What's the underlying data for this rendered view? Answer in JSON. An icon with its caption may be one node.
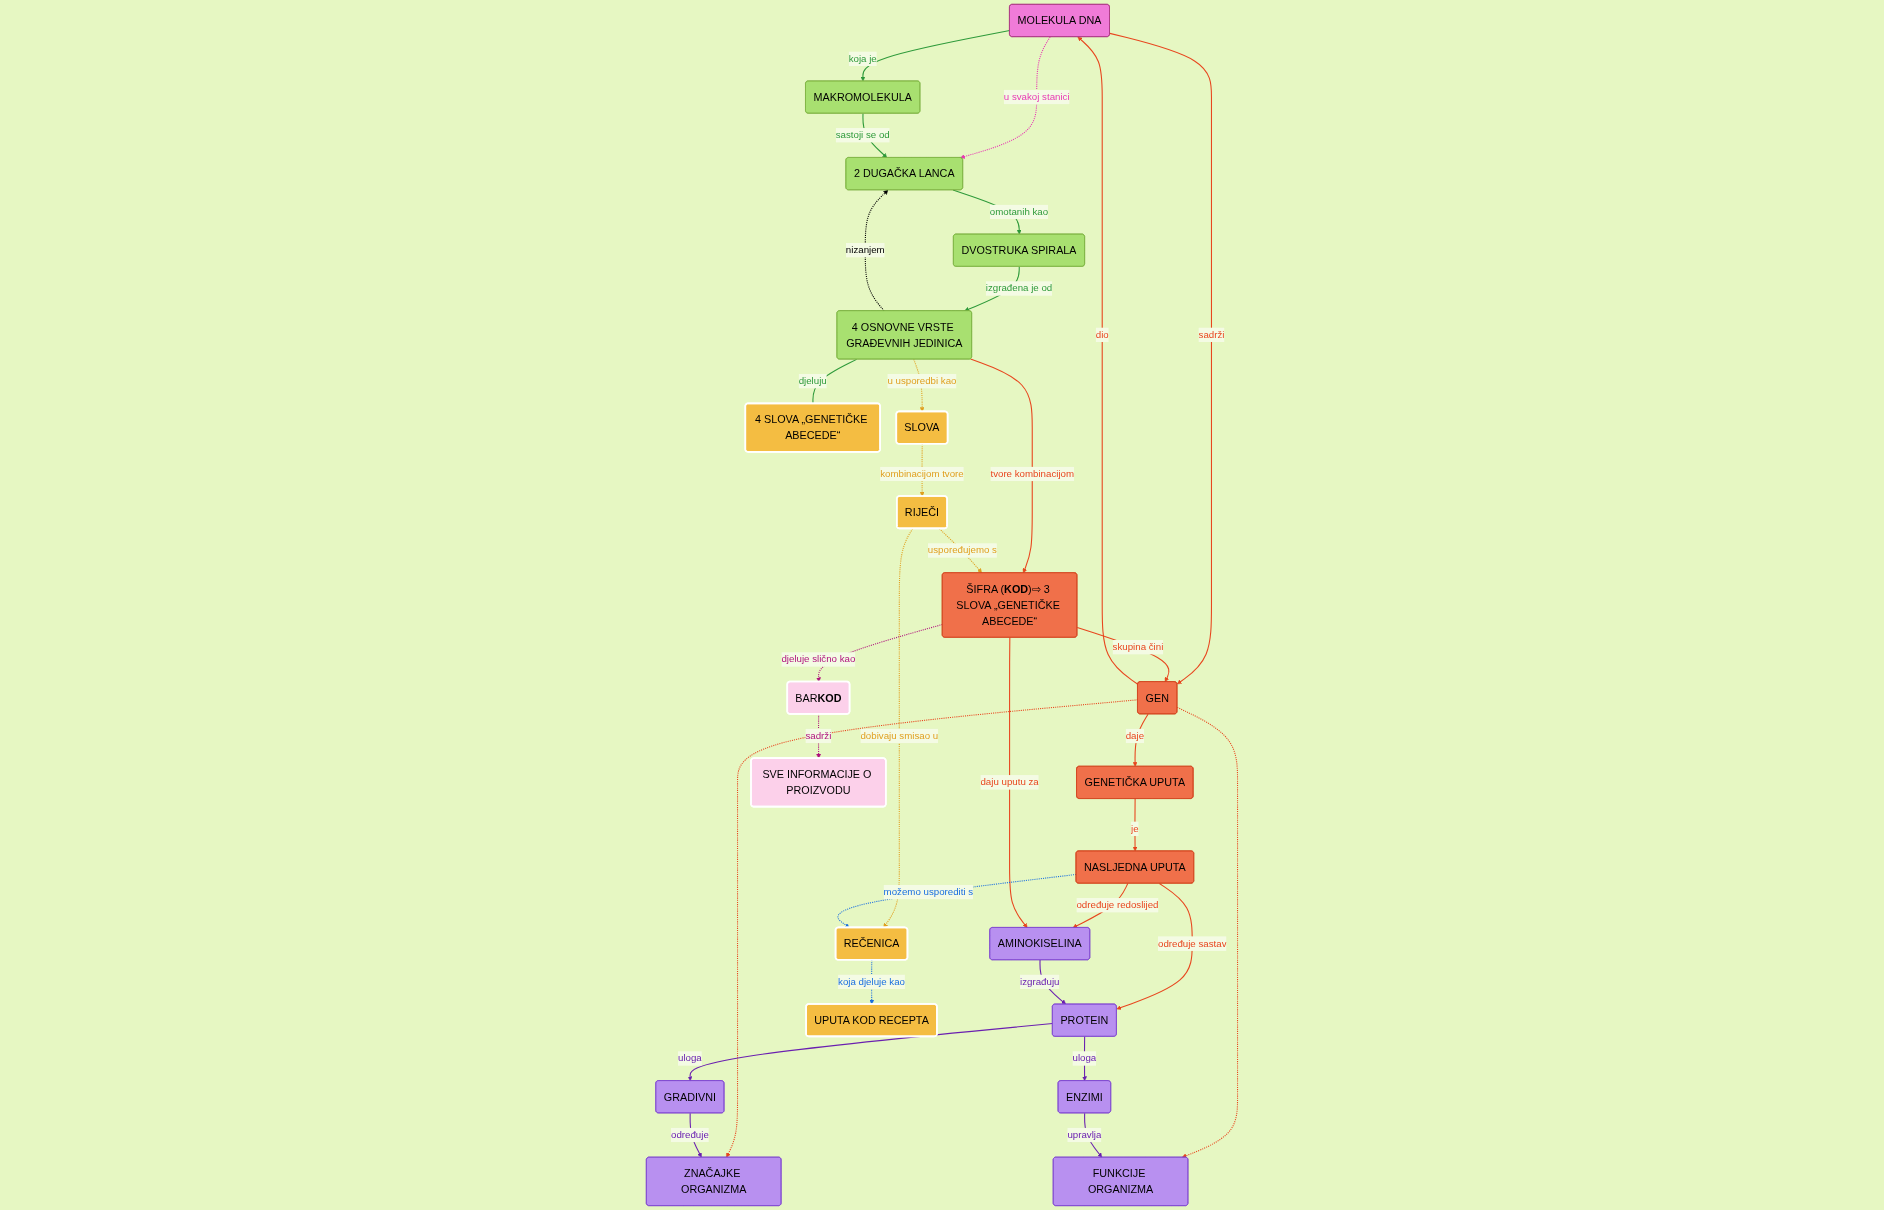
{
  "diagram": {
    "nodes": [
      {
        "text": [
          "MOLEKULA DNA"
        ]
      },
      {
        "text": [
          "NASLJEDNA UPUTA"
        ]
      },
      {
        "text": [
          "GEN"
        ]
      },
      {
        "text": [
          "MAKROMOLEKULA"
        ]
      },
      {
        "text": [
          "GENETIČKA UPUTA"
        ]
      },
      {
        "text": [
          "2 DUGAČKA LANCA"
        ]
      },
      {
        "text": [
          "DVOSTRUKA SPIRALA"
        ]
      },
      {
        "text": [
          "AMINOKISELINA"
        ]
      },
      {
        "text": [
          "ŠIFRA (**KOD**)⇨ 3 SLOVA „GENETIČKE ABECEDE“"
        ]
      },
      {
        "text": [
          "4 OSNOVNE VRSTE GRAĐEVNIH JEDINICA"
        ]
      },
      {
        "text": [
          "GRADIVNI"
        ]
      },
      {
        "text": [
          "PROTEIN"
        ]
      },
      {
        "text": [
          "ZNAČAJKE ORGANIZMA"
        ]
      },
      {
        "text": [
          "RIJEČI"
        ]
      },
      {
        "text": [
          "4 SLOVA „GENETIČKE ABECEDE“"
        ]
      },
      {
        "text": [
          "ENZIMI"
        ]
      },
      {
        "text": [
          "FUNKCIJE ORGANIZMA"
        ]
      },
      {
        "text": [
          "SVE INFORMACIJE O PROIZVODU"
        ]
      },
      {
        "text": [
          "SLOVA"
        ]
      },
      {
        "text": [
          "REČENICA"
        ]
      },
      {
        "text": [
          "BAR**KOD**"
        ]
      },
      {
        "text": [
          "UPUTA KOD RECEPTA"
        ]
      }
    ],
    "edges": [
      {
        "from": 0,
        "to": 2,
        "arrow": "to",
        "label": "sadrži"
      },
      {
        "from": 2,
        "to": 0,
        "arrow": "to",
        "label": "dio"
      },
      {
        "from": 0,
        "to": 3,
        "arrow": "to",
        "label": "koja je",
        "color": "#2e9a3a"
      },
      {
        "from": 1,
        "to": 7,
        "arrow": "to",
        "label": "određuje redoslijed"
      },
      {
        "from": 1,
        "to": 11,
        "arrow": "to",
        "label": "određuje sastav"
      },
      {
        "from": 4,
        "to": 1,
        "arrow": "to",
        "label": "je"
      },
      {
        "from": 2,
        "to": 4,
        "arrow": "to",
        "label": "daje"
      },
      {
        "from": 0,
        "to": 5,
        "arrow": "to",
        "label": "u svakoj stanici",
        "style": "dashed",
        "color": "#e83ab4"
      },
      {
        "from": 3,
        "to": 5,
        "arrow": "to",
        "label": "sastoji se od",
        "color": "#2e9a3a"
      },
      {
        "from": 5,
        "to": 6,
        "arrow": "to",
        "label": "omotanih kao",
        "color": "#2e9a3a"
      },
      {
        "from": 8,
        "to": 2,
        "arrow": "to",
        "label": "skupina čini"
      },
      {
        "from": 9,
        "to": 5,
        "arrow": "to",
        "label": "nizanjem",
        "style": "dashed",
        "color": "#000000"
      },
      {
        "from": 6,
        "to": 9,
        "arrow": "to",
        "label": "izgrađena je od",
        "color": "#2e9a3a"
      },
      {
        "from": 8,
        "to": 7,
        "arrow": "to",
        "label": "daju uputu za"
      },
      {
        "from": 9,
        "to": 8,
        "arrow": "to",
        "label": "tvore kombinacijom"
      },
      {
        "from": 2,
        "to": 12,
        "arrow": "to",
        "style": "dashed"
      },
      {
        "from": 2,
        "to": 16,
        "arrow": "to",
        "style": "dashed"
      },
      {
        "from": 7,
        "to": 11,
        "arrow": "to",
        "label": "izgrađuju",
        "color": "#6a1fb0"
      },
      {
        "from": 11,
        "to": 10,
        "arrow": "to",
        "label": "uloga",
        "color": "#6a1fb0"
      },
      {
        "from": 11,
        "to": 15,
        "arrow": "to",
        "label": "uloga",
        "color": "#6a1fb0"
      },
      {
        "from": 10,
        "to": 12,
        "arrow": "to",
        "label": "određuje",
        "color": "#6a1fb0"
      },
      {
        "from": 15,
        "to": 16,
        "arrow": "to",
        "label": "upravlja",
        "color": "#6a1fb0"
      },
      {
        "from": 9,
        "to": 14,
        "arrow": "none",
        "label": "djeluju",
        "color": "#2e9a3a"
      },
      {
        "from": 13,
        "to": 8,
        "arrow": "to",
        "label": "uspoređujemo s",
        "style": "dashed",
        "color": "#e0a020"
      },
      {
        "from": 9,
        "to": 18,
        "arrow": "to",
        "label": "u usporedbi kao",
        "style": "dashed",
        "color": "#e0a020"
      },
      {
        "from": 18,
        "to": 13,
        "arrow": "to",
        "label": "kombinacijom tvore",
        "style": "dashed",
        "color": "#e0a020"
      },
      {
        "from": 13,
        "to": 19,
        "arrow": "to",
        "label": "dobivaju smisao u",
        "style": "dashed",
        "color": "#e0a020"
      },
      {
        "from": 1,
        "to": 19,
        "arrow": "to",
        "label": "možemo usporediti s",
        "style": "dashed",
        "color": "#1a6fe0"
      },
      {
        "from": 19,
        "to": 21,
        "arrow": "to",
        "label": "koja djeluje kao",
        "style": "dashed",
        "color": "#1a6fe0"
      },
      {
        "from": 8,
        "to": 20,
        "arrow": "to",
        "label": "djeluje slično kao",
        "style": "dashed",
        "color": "#b0137e"
      },
      {
        "from": 20,
        "to": 17,
        "arrow": "to",
        "label": "sadrži",
        "style": "dashed",
        "color": "#b0137e"
      }
    ]
  }
}
